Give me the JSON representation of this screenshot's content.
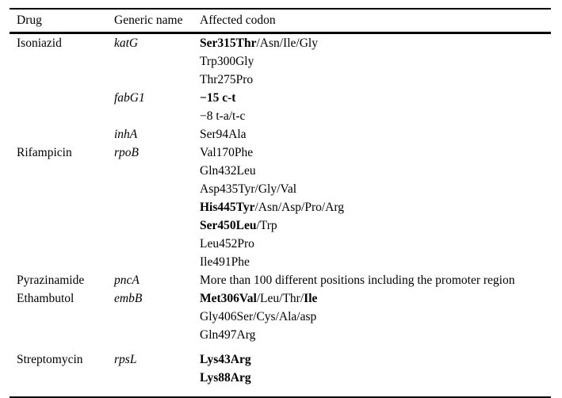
{
  "table": {
    "columns": [
      {
        "key": "drug",
        "label": "Drug"
      },
      {
        "key": "gene",
        "label": "Generic name"
      },
      {
        "key": "codon",
        "label": "Affected codon"
      }
    ],
    "rows": [
      {
        "drug": "Isoniazid",
        "gene": "katG",
        "codon_segments": [
          {
            "text": "Ser315Thr",
            "bold": true
          },
          {
            "text": "/Asn/Ile/Gly",
            "bold": false
          }
        ],
        "gap_before": false
      },
      {
        "drug": "",
        "gene": "",
        "codon_segments": [
          {
            "text": "Trp300Gly",
            "bold": false
          }
        ],
        "gap_before": false
      },
      {
        "drug": "",
        "gene": "",
        "codon_segments": [
          {
            "text": "Thr275Pro",
            "bold": false
          }
        ],
        "gap_before": false
      },
      {
        "drug": "",
        "gene": "fabG1",
        "codon_segments": [
          {
            "text": "−15 c-t",
            "bold": true
          }
        ],
        "gap_before": false
      },
      {
        "drug": "",
        "gene": "",
        "codon_segments": [
          {
            "text": "−8 t-a/t-c",
            "bold": false
          }
        ],
        "gap_before": false
      },
      {
        "drug": "",
        "gene": "inhA",
        "codon_segments": [
          {
            "text": "Ser94Ala",
            "bold": false
          }
        ],
        "gap_before": false
      },
      {
        "drug": "Rifampicin",
        "gene": "rpoB",
        "codon_segments": [
          {
            "text": "Val170Phe",
            "bold": false
          }
        ],
        "gap_before": false
      },
      {
        "drug": "",
        "gene": "",
        "codon_segments": [
          {
            "text": "Gln432Leu",
            "bold": false
          }
        ],
        "gap_before": false
      },
      {
        "drug": "",
        "gene": "",
        "codon_segments": [
          {
            "text": "Asp435Tyr/Gly/Val",
            "bold": false
          }
        ],
        "gap_before": false
      },
      {
        "drug": "",
        "gene": "",
        "codon_segments": [
          {
            "text": "His445Tyr",
            "bold": true
          },
          {
            "text": "/Asn/Asp/Pro/Arg",
            "bold": false
          }
        ],
        "gap_before": false
      },
      {
        "drug": "",
        "gene": "",
        "codon_segments": [
          {
            "text": "Ser450Leu",
            "bold": true
          },
          {
            "text": "/Trp",
            "bold": false
          }
        ],
        "gap_before": false
      },
      {
        "drug": "",
        "gene": "",
        "codon_segments": [
          {
            "text": "Leu452Pro",
            "bold": false
          }
        ],
        "gap_before": false
      },
      {
        "drug": "",
        "gene": "",
        "codon_segments": [
          {
            "text": "Ile491Phe",
            "bold": false
          }
        ],
        "gap_before": false
      },
      {
        "drug": "Pyrazinamide",
        "gene": "pncA",
        "codon_segments": [
          {
            "text": "More than 100 different positions including the promoter region",
            "bold": false
          }
        ],
        "gap_before": false
      },
      {
        "drug": "Ethambutol",
        "gene": "embB",
        "codon_segments": [
          {
            "text": "Met306Val",
            "bold": true
          },
          {
            "text": "/Leu/Thr/",
            "bold": false
          },
          {
            "text": "Ile",
            "bold": true
          }
        ],
        "gap_before": false
      },
      {
        "drug": "",
        "gene": "",
        "codon_segments": [
          {
            "text": "Gly406Ser/Cys/Ala/asp",
            "bold": false
          }
        ],
        "gap_before": false
      },
      {
        "drug": "",
        "gene": "",
        "codon_segments": [
          {
            "text": "Gln497Arg",
            "bold": false
          }
        ],
        "gap_before": false
      },
      {
        "drug": "Streptomycin",
        "gene": "rpsL",
        "codon_segments": [
          {
            "text": "Lys43Arg",
            "bold": true
          }
        ],
        "gap_before": true
      },
      {
        "drug": "",
        "gene": "",
        "codon_segments": [
          {
            "text": "Lys88Arg",
            "bold": true
          }
        ],
        "gap_before": false
      }
    ]
  },
  "colors": {
    "text": "#000000",
    "rule": "#000000",
    "background": "#ffffff"
  }
}
